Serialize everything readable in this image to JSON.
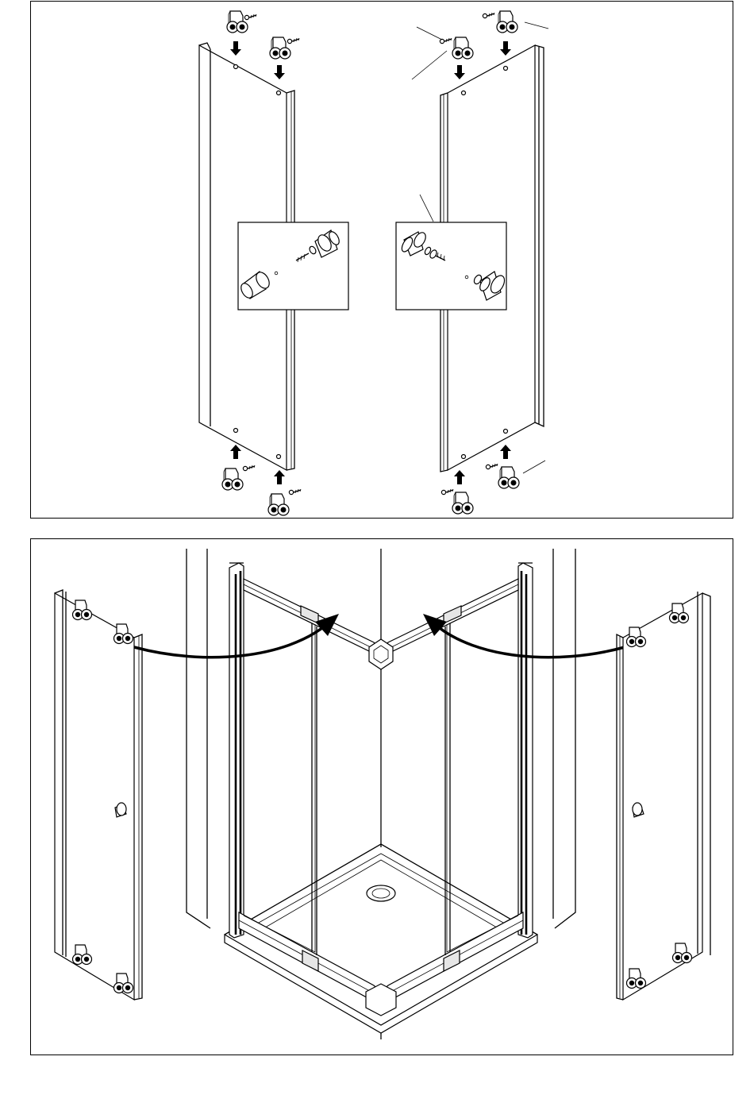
{
  "figure": {
    "panels": [
      {
        "id": "top",
        "caption": "",
        "detail_views": 2
      },
      {
        "id": "bottom",
        "caption": ""
      }
    ],
    "colors": {
      "line": "#000000",
      "background": "#ffffff",
      "fill_light": "#e6e6e6"
    },
    "icons": [
      "roller-icon",
      "screw-icon",
      "knob-icon",
      "arrow-up-icon",
      "arrow-down-icon",
      "curved-arrow-icon"
    ]
  }
}
